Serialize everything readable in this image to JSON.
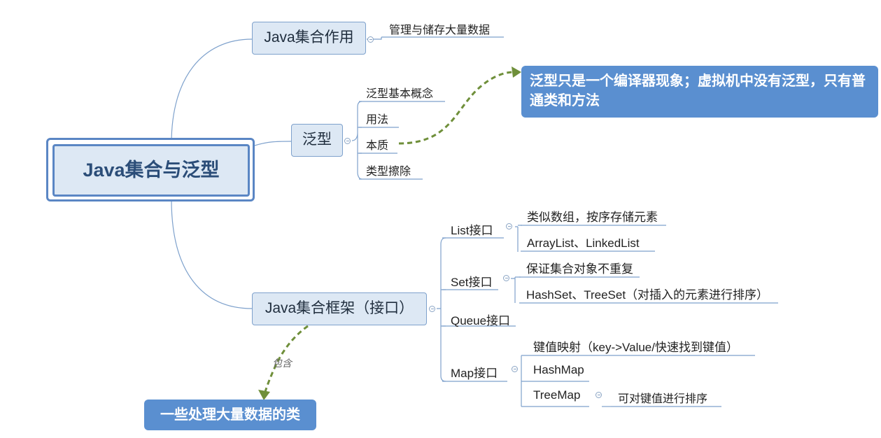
{
  "root": {
    "label": "Java集合与泛型"
  },
  "branches": {
    "purpose": {
      "label": "Java集合作用",
      "children": [
        "管理与储存大量数据"
      ]
    },
    "generics": {
      "label": "泛型",
      "children": [
        "泛型基本概念",
        "用法",
        "本质",
        "类型擦除"
      ],
      "callout": "泛型只是一个编译器现象；虚拟机中没有泛型，只有普通类和方法"
    },
    "framework": {
      "label": "Java集合框架（接口）",
      "relation_label": "包含",
      "callout": "一些处理大量数据的类",
      "interfaces": [
        {
          "label": "List接口",
          "children": [
            "类似数组，按序存储元素",
            "ArrayList、LinkedList"
          ]
        },
        {
          "label": "Set接口",
          "children": [
            "保证集合对象不重复",
            "HashSet、TreeSet（对插入的元素进行排序）"
          ]
        },
        {
          "label": "Queue接口",
          "children": []
        },
        {
          "label": "Map接口",
          "children": [
            "键值映射（key->Value/快速找到键值）",
            "HashMap",
            "TreeMap"
          ],
          "treemap_child": "可对键值进行排序"
        }
      ]
    }
  },
  "colors": {
    "line": "#7ea1cc",
    "topic_fill": "#dde8f4",
    "callout_fill": "#5a8fd0",
    "dashed_arrow": "#6f8f3a"
  }
}
